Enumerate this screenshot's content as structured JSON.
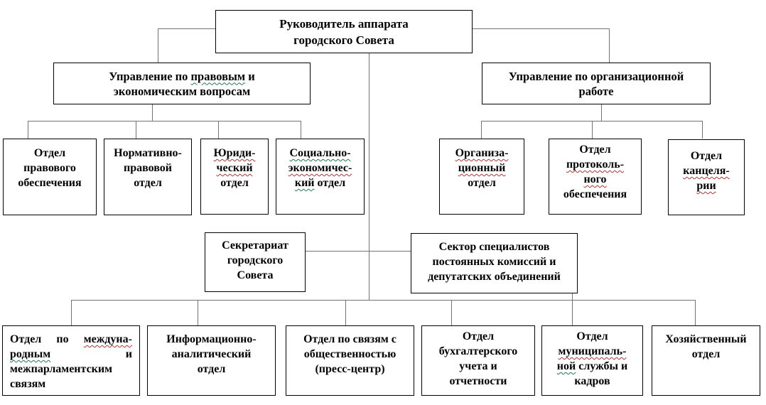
{
  "colors": {
    "box_border": "#000000",
    "connector": "#737373",
    "squiggle_red": "#b0352f",
    "squiggle_green": "#1e7a50",
    "background": "#ffffff",
    "text": "#000000"
  },
  "diagram": {
    "boxes": {
      "head": {
        "label": "Руководитель аппарата городского Совета",
        "lines": [
          [
            {
              "t": "Руководитель аппарата"
            }
          ],
          [
            {
              "t": "городского Совета"
            }
          ]
        ]
      },
      "upr_left": {
        "label": "Управление по правовым и экономическим вопросам",
        "lines": [
          [
            {
              "t": "Управление по "
            },
            {
              "t": "правовым",
              "sq": "green"
            },
            {
              "t": " и"
            }
          ],
          [
            {
              "t": "экономическим вопросам"
            }
          ]
        ]
      },
      "upr_right": {
        "label": "Управление по организационной работе",
        "lines": [
          [
            {
              "t": "Управление по организационной"
            }
          ],
          [
            {
              "t": "работе"
            }
          ]
        ]
      },
      "otdel_pravovogo": {
        "label": "Отдел правового обеспечения",
        "lines": [
          [
            {
              "t": "Отдел"
            }
          ],
          [
            {
              "t": "правового"
            }
          ],
          [
            {
              "t": "обеспечения"
            }
          ]
        ]
      },
      "normativno": {
        "label": "Нормативно-правовой отдел",
        "lines": [
          [
            {
              "t": "Нормативно-"
            }
          ],
          [
            {
              "t": "правовой"
            }
          ],
          [
            {
              "t": "отдел"
            }
          ]
        ]
      },
      "yurid": {
        "label": "Юридический отдел",
        "lines": [
          [
            {
              "t": "Юриди-",
              "sq": "red"
            }
          ],
          [
            {
              "t": "ческий",
              "sq": "red"
            }
          ],
          [
            {
              "t": "отдел"
            }
          ]
        ]
      },
      "soc_econom": {
        "label": "Социально-экономический отдел",
        "lines": [
          [
            {
              "t": "Социально-",
              "sq": "green"
            }
          ],
          [
            {
              "t": "экономичес-",
              "sq": "red"
            }
          ],
          [
            {
              "t": "кий",
              "sq": "green"
            },
            {
              "t": " отдел"
            }
          ]
        ]
      },
      "organiz": {
        "label": "Организационный отдел",
        "lines": [
          [
            {
              "t": "Организа-",
              "sq": "red"
            }
          ],
          [
            {
              "t": "ционный",
              "sq": "red"
            }
          ],
          [
            {
              "t": "отдел"
            }
          ]
        ]
      },
      "protokol": {
        "label": "Отдел протокольного обеспечения",
        "lines": [
          [
            {
              "t": "Отдел"
            }
          ],
          [
            {
              "t": "протоколь-",
              "sq": "red"
            }
          ],
          [
            {
              "t": "ного",
              "sq": "red"
            }
          ],
          [
            {
              "t": "обеспечения"
            }
          ]
        ]
      },
      "kancel": {
        "label": "Отдел канцелярии",
        "lines": [
          [
            {
              "t": "Отдел"
            }
          ],
          [
            {
              "t": "канцеля-",
              "sq": "red"
            }
          ],
          [
            {
              "t": "рии",
              "sq": "red"
            }
          ]
        ]
      },
      "secretariat": {
        "label": "Секретариат городского Совета",
        "lines": [
          [
            {
              "t": "Секретариат"
            }
          ],
          [
            {
              "t": "городского"
            }
          ],
          [
            {
              "t": "Совета"
            }
          ]
        ]
      },
      "sector": {
        "label": "Сектор специалистов постоянных комиссий и депутатских объединений",
        "lines": [
          [
            {
              "t": "Сектор специалистов"
            }
          ],
          [
            {
              "t": "постоянных комиссий и"
            }
          ],
          [
            {
              "t": "депутатских объединений"
            }
          ]
        ]
      },
      "mezhdunar": {
        "label": "Отдел по международным и межпарламентским связям",
        "lines": [
          [
            {
              "t": "Отдел"
            },
            {
              "t": "по"
            },
            {
              "t": "междуна-",
              "sq": "red"
            }
          ],
          [
            {
              "t": "родным",
              "sq": "green"
            },
            {
              "t": "и"
            }
          ],
          [
            {
              "t": "межпарламентским"
            }
          ],
          [
            {
              "t": "связям"
            }
          ]
        ]
      },
      "inform": {
        "label": "Информационно-аналитический отдел",
        "lines": [
          [
            {
              "t": "Информационно-"
            }
          ],
          [
            {
              "t": "аналитический"
            }
          ],
          [
            {
              "t": "отдел"
            }
          ]
        ]
      },
      "svyaz": {
        "label": "Отдел по связям с общественностью (пресс-центр)",
        "lines": [
          [
            {
              "t": "Отдел по связям с"
            }
          ],
          [
            {
              "t": "общественностью"
            }
          ],
          [
            {
              "t": "(пресс-центр)"
            }
          ]
        ]
      },
      "buhgalt": {
        "label": "Отдел бухгалтерского учета и отчетности",
        "lines": [
          [
            {
              "t": "Отдел"
            }
          ],
          [
            {
              "t": "бухгалтерского"
            }
          ],
          [
            {
              "t": "учета и"
            }
          ],
          [
            {
              "t": "отчетности"
            }
          ]
        ]
      },
      "municip": {
        "label": "Отдел муниципальной службы и кадров",
        "lines": [
          [
            {
              "t": "Отдел"
            }
          ],
          [
            {
              "t": "муниципаль-",
              "sq": "red"
            }
          ],
          [
            {
              "t": "ной",
              "sq": "green"
            },
            {
              "t": " службы и"
            }
          ],
          [
            {
              "t": "кадров"
            }
          ]
        ]
      },
      "hozyaistv": {
        "label": "Хозяйственный отдел",
        "lines": [
          [
            {
              "t": "Хозяйственный"
            }
          ],
          [
            {
              "t": "отдел"
            }
          ]
        ]
      }
    }
  }
}
